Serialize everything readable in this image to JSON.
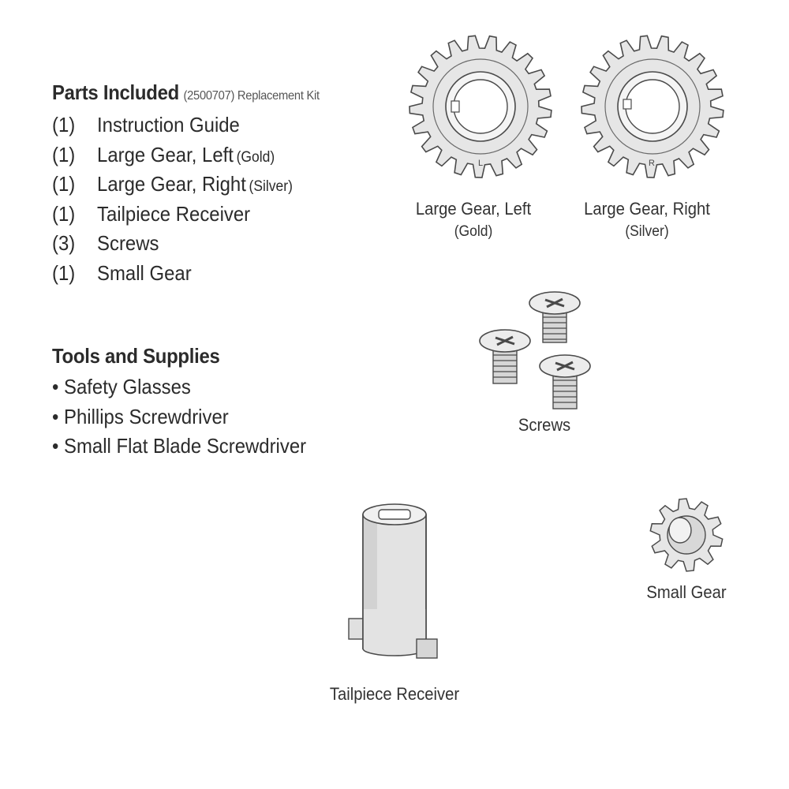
{
  "parts": {
    "heading": "Parts Included",
    "subheading": "(2500707) Replacement Kit",
    "items": [
      {
        "qty": "(1)",
        "name": "Instruction Guide",
        "note": ""
      },
      {
        "qty": "(1)",
        "name": "Large Gear, Left",
        "note": "(Gold)"
      },
      {
        "qty": "(1)",
        "name": "Large Gear, Right",
        "note": "(Silver)"
      },
      {
        "qty": "(1)",
        "name": "Tailpiece Receiver",
        "note": ""
      },
      {
        "qty": "(3)",
        "name": "Screws",
        "note": ""
      },
      {
        "qty": "(1)",
        "name": "Small Gear",
        "note": ""
      }
    ]
  },
  "tools": {
    "heading": "Tools and Supplies",
    "items": [
      "• Safety Glasses",
      "• Phillips Screwdriver",
      "• Small Flat Blade Screwdriver"
    ]
  },
  "illustrations": {
    "gear_left": {
      "caption": "Large Gear, Left",
      "note": "(Gold)",
      "mark": "L"
    },
    "gear_right": {
      "caption": "Large Gear, Right",
      "note": "(Silver)",
      "mark": "R"
    },
    "screws": {
      "caption": "Screws"
    },
    "small_gear": {
      "caption": "Small Gear"
    },
    "tailpiece": {
      "caption": "Tailpiece Receiver"
    }
  },
  "colors": {
    "text": "#2b2b2b",
    "line": "#4a4a4a",
    "fill": "#e6e6e6",
    "shade": "#c8c8c8"
  }
}
